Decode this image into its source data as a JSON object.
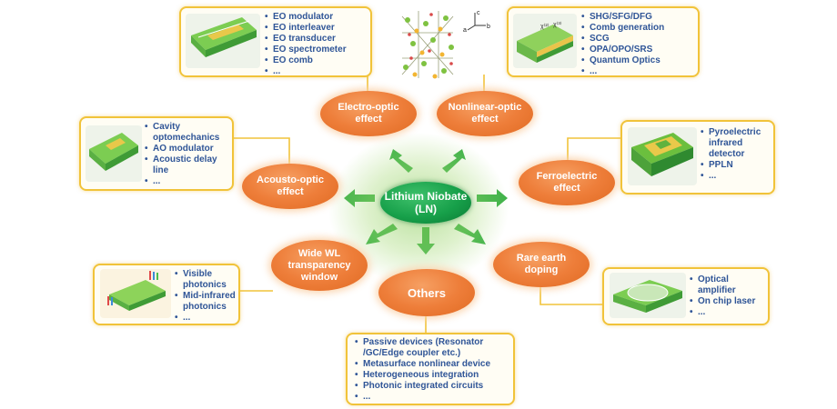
{
  "center": {
    "line1": "Lithium Niobate",
    "line2": "(LN)"
  },
  "effects": {
    "electro_optic": {
      "line1": "Electro-optic",
      "line2": "effect"
    },
    "nonlinear_optic": {
      "line1": "Nonlinear-optic",
      "line2": "effect"
    },
    "acousto_optic": {
      "line1": "Acousto-optic",
      "line2": "effect"
    },
    "ferroelectric": {
      "line1": "Ferroelectric",
      "line2": "effect"
    },
    "wide_wl": {
      "line1": "Wide WL",
      "line2": "transparency",
      "line3": "window"
    },
    "rare_earth": {
      "line1": "Rare earth",
      "line2": "doping"
    },
    "others": {
      "line1": "Others"
    }
  },
  "lists": {
    "electro_optic": [
      "EO modulator",
      "EO interleaver",
      "EO transducer",
      "EO spectrometer",
      "EO comb",
      "..."
    ],
    "nonlinear_optic": [
      "SHG/SFG/DFG",
      "Comb generation",
      "SCG",
      "OPA/OPO/SRS",
      "Quantum Optics",
      "..."
    ],
    "acousto_optic": [
      "Cavity optomechanics",
      "AO modulator",
      "Acoustic delay line",
      "..."
    ],
    "ferroelectric": [
      "Pyroelectric infrared detector",
      "PPLN",
      "..."
    ],
    "wide_wl": [
      "Visible photonics",
      "Mid-infrared photonics",
      "..."
    ],
    "rare_earth": [
      "Optical amplifier",
      "On chip laser",
      "..."
    ],
    "others": [
      "Passive devices (Resonator /GC/Edge coupler etc.)",
      "Metasurface nonlinear device",
      "Heterogeneous integration",
      "Photonic integrated circuits",
      "..."
    ]
  },
  "axes": {
    "c": "c",
    "a": "a",
    "b": "b"
  },
  "thumb_labels": {
    "chi2": "χ⁽²⁾",
    "chi3": "χ⁽³⁾"
  },
  "colors": {
    "orange": "#ee7e3a",
    "green": "#17a04a",
    "arrow": "#3fb24a",
    "box_border": "#f1c33a",
    "text_blue": "#2f5597"
  }
}
